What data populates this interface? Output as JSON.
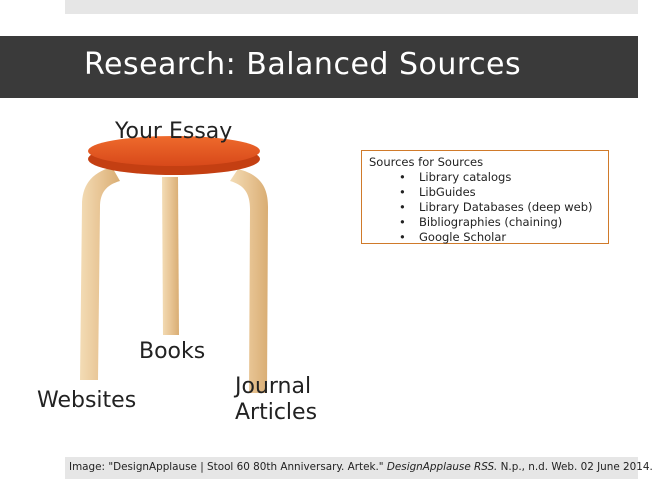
{
  "slide": {
    "title": "Research: Balanced Sources"
  },
  "stool": {
    "seat_label": "Your Essay",
    "leg_left_label": "Books",
    "leg_front_label": "Websites",
    "leg_right_label_line1": "Journal",
    "leg_right_label_line2": "Articles",
    "seat_color": "#e2531a",
    "leg_color": "#e8c595"
  },
  "sources_box": {
    "heading": "Sources for Sources",
    "items": [
      "Library catalogs",
      "LibGuides",
      "Library Databases (deep web)",
      "Bibliographies (chaining)",
      "Google Scholar"
    ],
    "bullet": "•",
    "border_color": "#d07a2a"
  },
  "footer": {
    "prefix": "Image: \"DesignApplause | Stool 60 80th Anniversary. Artek.\" ",
    "source": "DesignApplause RSS.",
    "suffix": " N.p., n.d. Web. 02 June 2014."
  }
}
